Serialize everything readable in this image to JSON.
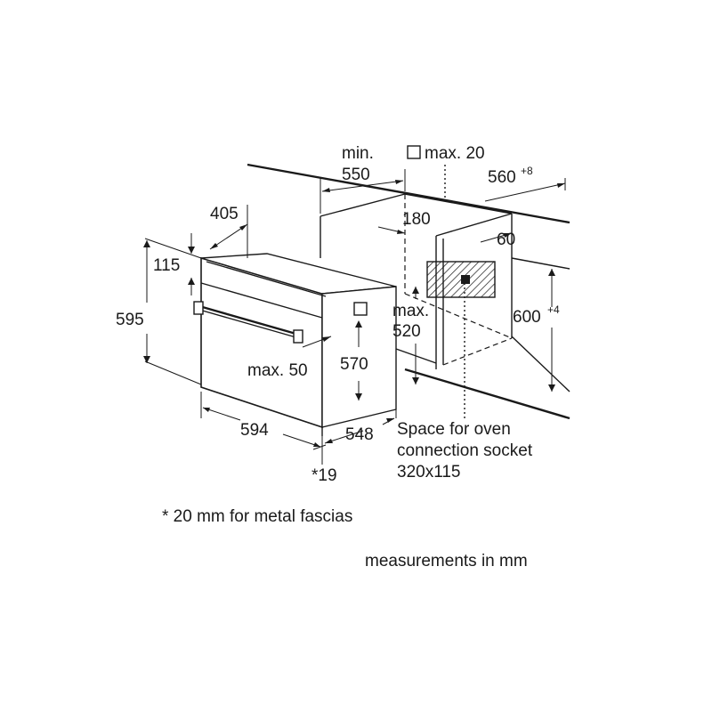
{
  "labels": {
    "min": "min.",
    "d550": "550",
    "max20": "max. 20",
    "d560": "560",
    "d560_tol": "+8",
    "d405": "405",
    "d180": "180",
    "d60": "60",
    "d115": "115",
    "d595": "595",
    "max_top": "max.",
    "d520": "520",
    "d600": "600",
    "d600_tol": "+4",
    "max50": "max. 50",
    "d570": "570",
    "d594": "594",
    "d548": "548",
    "d19": "*19"
  },
  "socket_note": {
    "line1": "Space for oven",
    "line2": "connection socket",
    "line3": "320x115"
  },
  "footnotes": {
    "metal_fascia": "* 20 mm for metal fascias",
    "units": "measurements in mm"
  },
  "colors": {
    "ink": "#1a1a1a",
    "background": "#ffffff"
  }
}
